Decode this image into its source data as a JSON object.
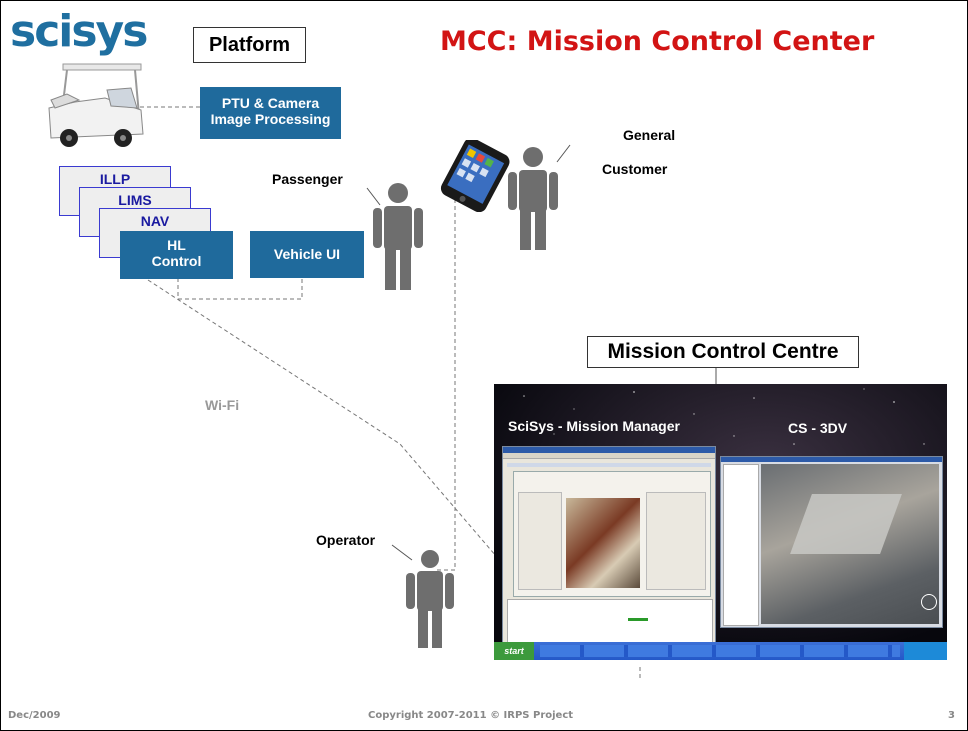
{
  "logo": {
    "text": "scisys"
  },
  "platform": {
    "label": "Platform"
  },
  "title": "MCC: Mission Control Center",
  "boxes": {
    "ptu": {
      "line1": "PTU & Camera",
      "line2": "Image Processing"
    },
    "illp": "ILLP",
    "lims": "LIMS",
    "nav": "NAV",
    "hl": {
      "line1": "HL",
      "line2": "Control"
    },
    "vehicle_ui": "Vehicle UI"
  },
  "labels": {
    "passenger": "Passenger",
    "general": "General",
    "customer": "Customer",
    "wifi": "Wi-Fi",
    "operator": "Operator"
  },
  "mcc": {
    "title": "Mission Control Centre",
    "mission_manager": "SciSys - Mission Manager",
    "cs3dv": "CS - 3DV",
    "start": "start"
  },
  "footer": {
    "date": "Dec/2009",
    "copyright": "Copyright 2007-2011 © IRPS Project",
    "page": "3"
  },
  "colors": {
    "blue_box": "#1f6a9c",
    "title_red": "#d21414",
    "stack_text": "#1a1aa0",
    "person_gray": "#6e6e6e",
    "logo": "#1f6fa0"
  },
  "icons": [
    "golf-cart-icon",
    "smartphone-icon",
    "person-icon"
  ]
}
